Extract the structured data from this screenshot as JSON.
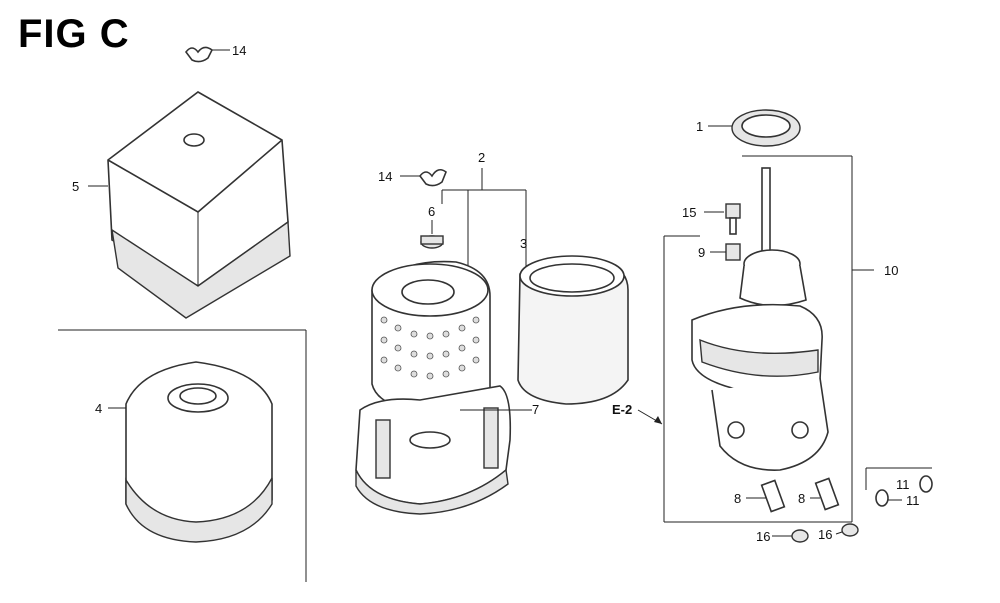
{
  "figure": {
    "title": "FIG C",
    "callouts": {
      "c1": "1",
      "c2": "2",
      "c3": "3",
      "c4": "4",
      "c5": "5",
      "c6": "6",
      "c7": "7",
      "c8a": "8",
      "c8b": "8",
      "c9": "9",
      "c10": "10",
      "c11a": "11",
      "c11b": "11",
      "c14a": "14",
      "c14b": "14",
      "c15": "15",
      "c16a": "16",
      "c16b": "16",
      "ref": "E-2"
    }
  }
}
